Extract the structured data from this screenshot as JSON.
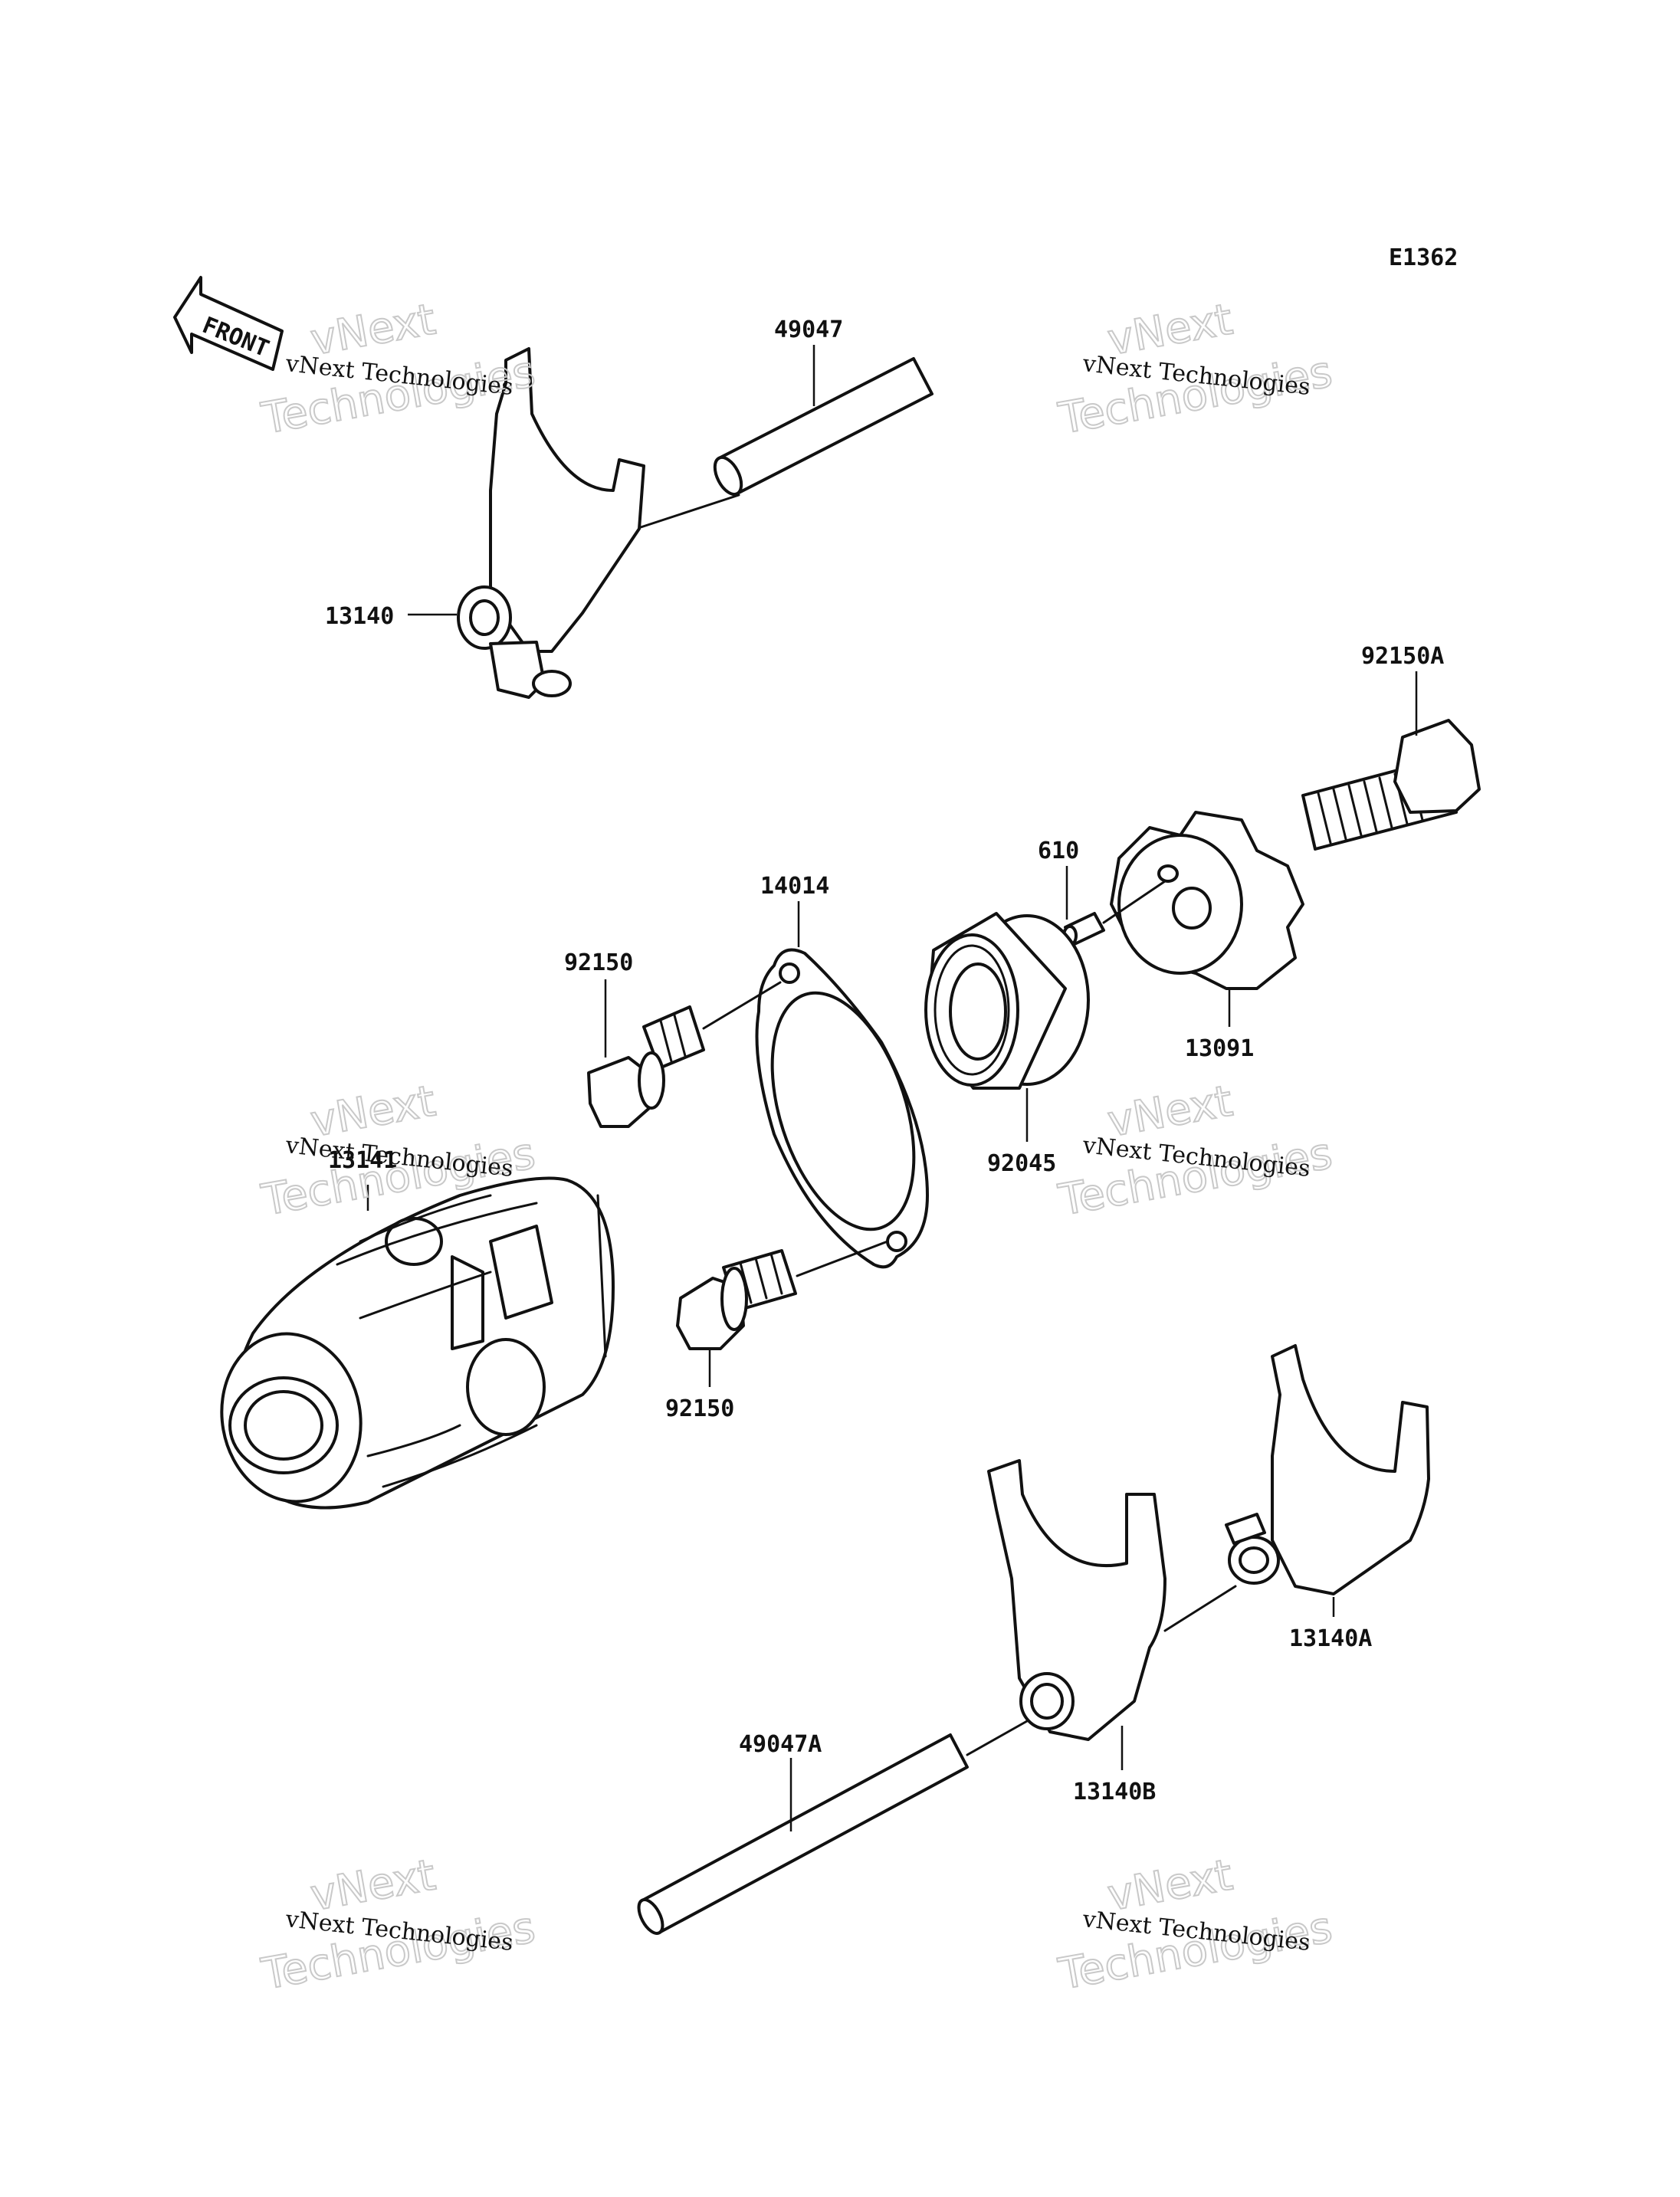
{
  "diagram_code": "E1362",
  "front_label": "FRONT",
  "watermark": {
    "line1": "vNext Technologies",
    "line2_a": "vNext",
    "line2_b": "Technologies"
  },
  "parts": [
    {
      "id": "49047",
      "label": "49047"
    },
    {
      "id": "13140",
      "label": "13140"
    },
    {
      "id": "92150A",
      "label": "92150A"
    },
    {
      "id": "610",
      "label": "610"
    },
    {
      "id": "14014",
      "label": "14014"
    },
    {
      "id": "92150_top",
      "label": "92150"
    },
    {
      "id": "13091",
      "label": "13091"
    },
    {
      "id": "92045",
      "label": "92045"
    },
    {
      "id": "13141",
      "label": "13141"
    },
    {
      "id": "92150_bottom",
      "label": "92150"
    },
    {
      "id": "13140A",
      "label": "13140A"
    },
    {
      "id": "49047A",
      "label": "49047A"
    },
    {
      "id": "13140B",
      "label": "13140B"
    }
  ]
}
